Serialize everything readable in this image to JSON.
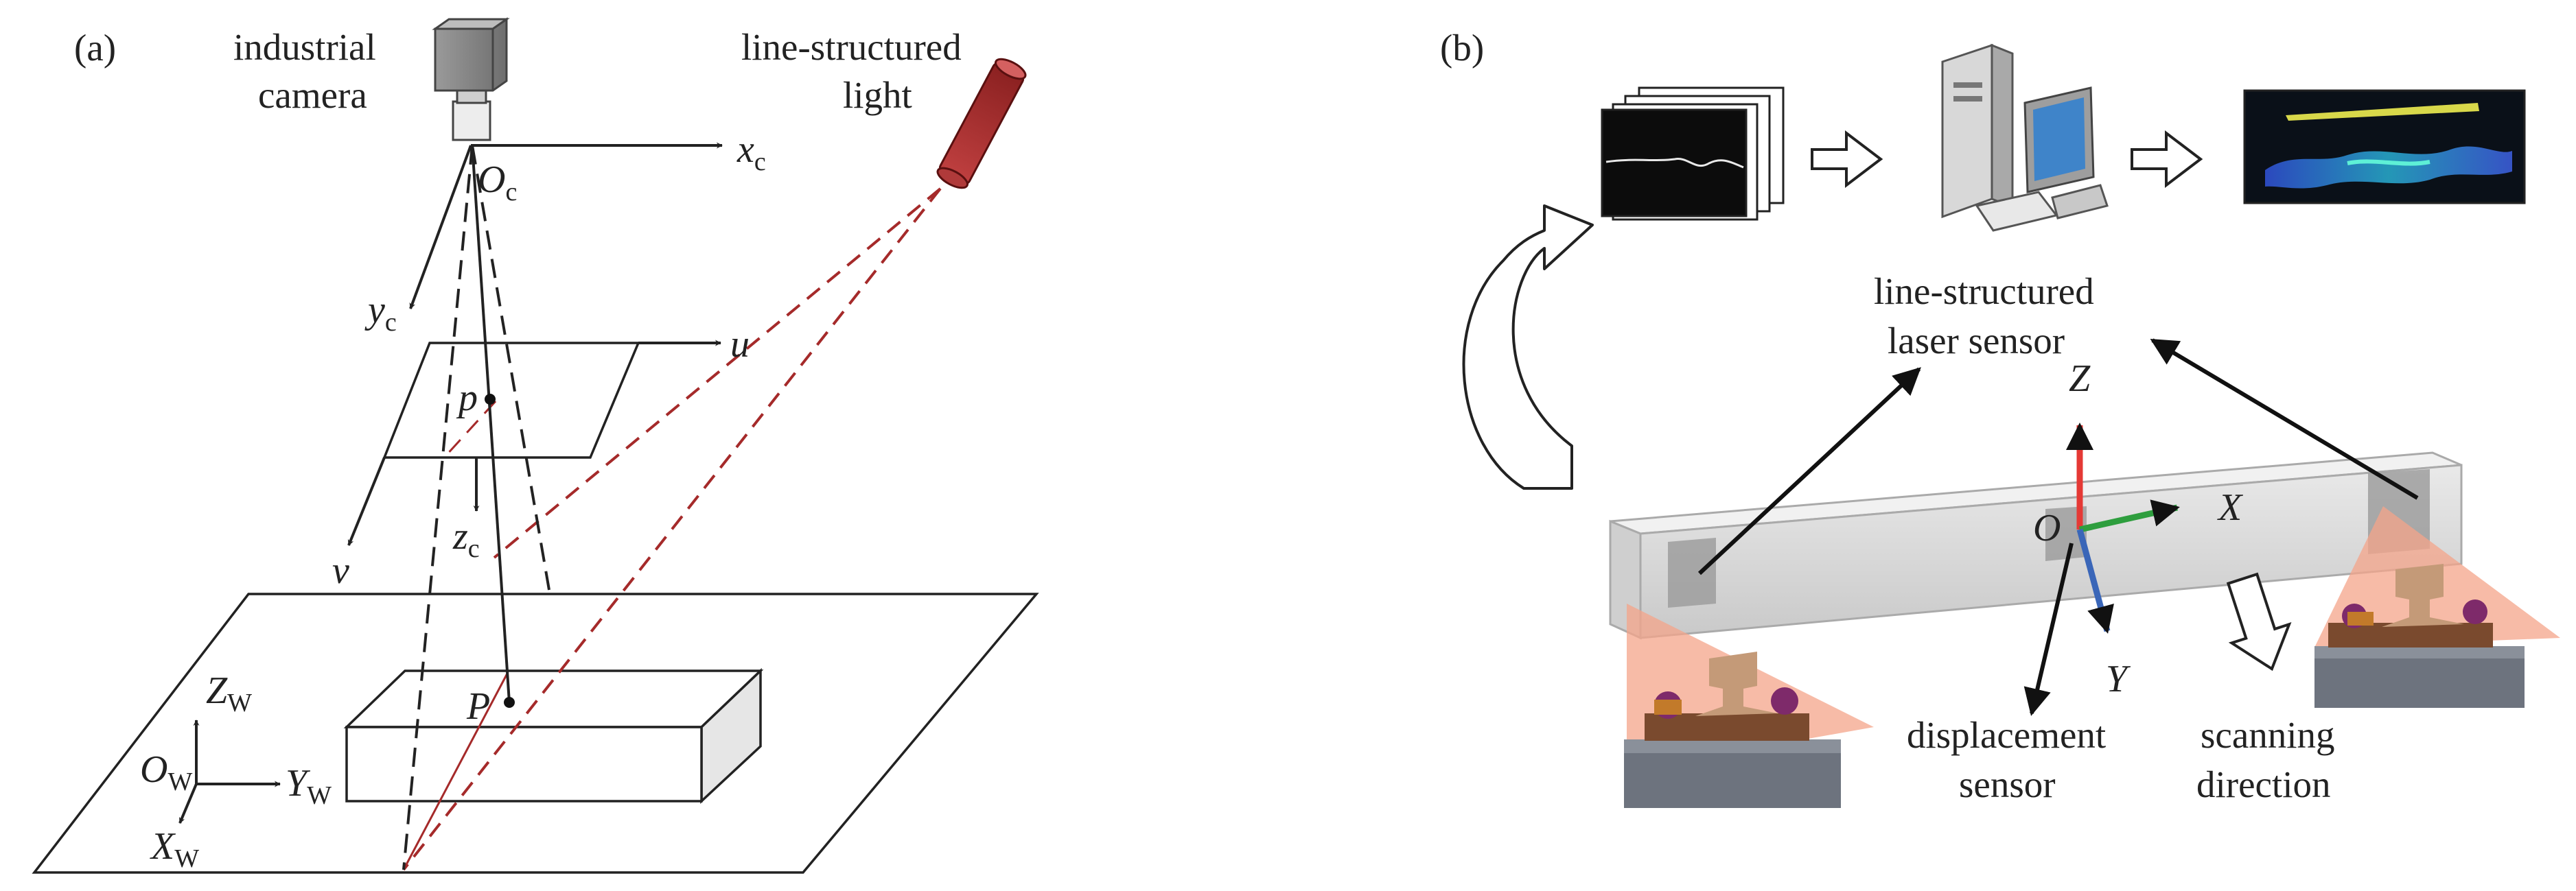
{
  "panel_a": {
    "tag": "(a)",
    "camera_label_line1": "industrial",
    "camera_label_line2": "camera",
    "light_label_line1": "line-structured",
    "light_label_line2": "light",
    "camera_origin": {
      "main": "O",
      "sub": "c"
    },
    "camera_x_axis": {
      "main": "x",
      "sub": "c"
    },
    "camera_y_axis": {
      "main": "y",
      "sub": "c"
    },
    "camera_z_axis": {
      "main": "z",
      "sub": "c"
    },
    "image_u_axis": "u",
    "image_v_axis": "v",
    "image_point": "p",
    "world_point": "P",
    "world_origin": {
      "main": "O",
      "sub": "W"
    },
    "world_x_axis": {
      "main": "X",
      "sub": "W"
    },
    "world_y_axis": {
      "main": "Y",
      "sub": "W"
    },
    "world_z_axis": {
      "main": "Z",
      "sub": "W"
    }
  },
  "panel_b": {
    "tag": "(b)",
    "sensor_label_line1": "line-structured",
    "sensor_label_line2": "laser sensor",
    "axis_x": "X",
    "axis_y": "Y",
    "axis_z": "Z",
    "origin": "O",
    "displacement_label_line1": "displacement",
    "displacement_label_line2": "sensor",
    "scanning_label_line1": "scanning",
    "scanning_label_line2": "direction"
  },
  "colors": {
    "laser_red": "#a52a2a",
    "axis_z_red": "#e53935",
    "axis_x_green": "#2e9e3e",
    "axis_y_blue": "#3a66b8",
    "laser_fan": "#f4a48a",
    "pointcloud_background": "#0a1018"
  },
  "icons": [
    "camera-icon",
    "laser-emitter-icon",
    "image-stack-icon",
    "computer-icon",
    "point-cloud-icon",
    "rail-fastener-icon",
    "curved-arrow-icon",
    "hollow-arrow-icon"
  ]
}
